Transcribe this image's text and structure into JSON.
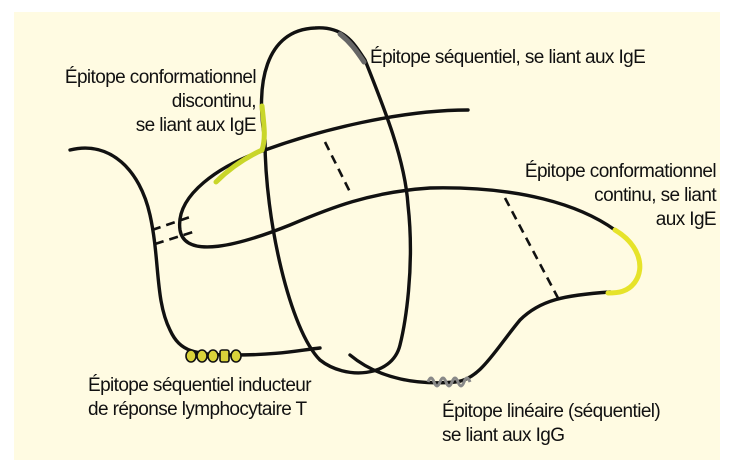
{
  "colors": {
    "background": "#fffbe2",
    "strand": "#111111",
    "ige_epitope": "#c9d62a",
    "sequential_ige_epitope": "#666666",
    "igg_epitope": "#888888",
    "t_cell_epitope": "#d9d23a"
  },
  "labels": {
    "conformational_discontinuous": {
      "line1": "Épitope conformationnel",
      "line2": "discontinu,",
      "line3": "se liant aux IgE"
    },
    "sequential_ige": {
      "line1": "Épitope séquentiel, se liant aux IgE"
    },
    "conformational_continuous": {
      "line1": "Épitope conformationnel",
      "line2": "continu, se liant",
      "line3": "aux IgE"
    },
    "t_cell": {
      "line1": "Épitope séquentiel inducteur",
      "line2": "de réponse lymphocytaire T"
    },
    "linear_igg": {
      "line1": "Épitope linéaire (séquentiel)",
      "line2": "se liant aux IgG"
    }
  }
}
